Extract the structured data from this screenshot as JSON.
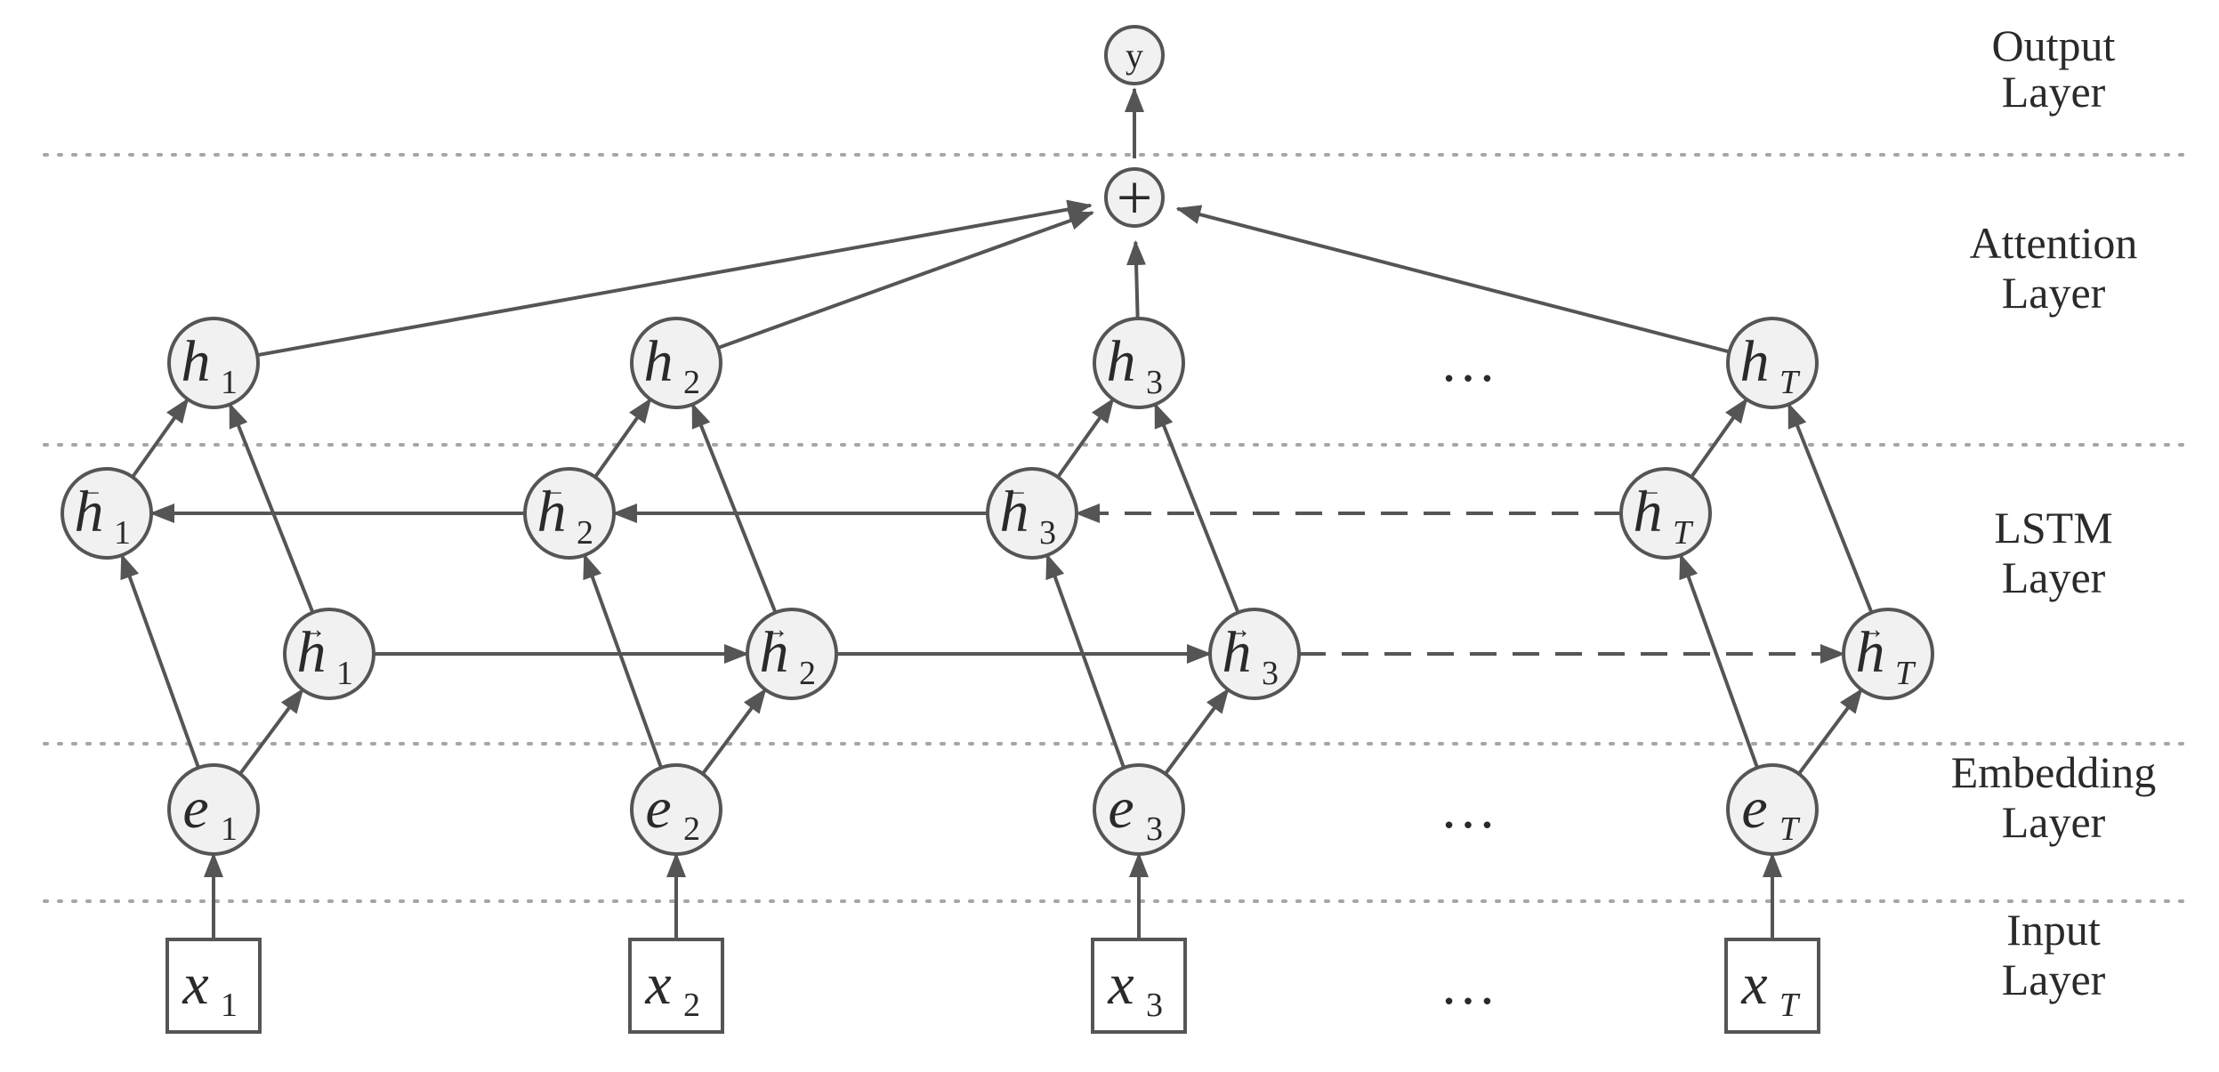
{
  "colors": {
    "stroke": "#555555",
    "node_fill": "#f1f1f1",
    "divider": "#a6a6a6",
    "text": "#2a2a2a"
  },
  "layers": [
    {
      "id": "output",
      "line1": "Output",
      "line2": "Layer"
    },
    {
      "id": "attention",
      "line1": "Attention",
      "line2": "Layer"
    },
    {
      "id": "lstm",
      "line1": "LSTM",
      "line2": "Layer"
    },
    {
      "id": "embedding",
      "line1": "Embedding",
      "line2": "Layer"
    },
    {
      "id": "input",
      "line1": "Input",
      "line2": "Layer"
    }
  ],
  "output_node": {
    "label": "y"
  },
  "attention_node": {
    "symbol": "+"
  },
  "ellipsis": "…",
  "timesteps": [
    {
      "sub": "1",
      "input": "x",
      "embed": "e",
      "hidden": "h",
      "fwd": "h",
      "bwd": "h"
    },
    {
      "sub": "2",
      "input": "x",
      "embed": "e",
      "hidden": "h",
      "fwd": "h",
      "bwd": "h"
    },
    {
      "sub": "3",
      "input": "x",
      "embed": "e",
      "hidden": "h",
      "fwd": "h",
      "bwd": "h"
    },
    {
      "sub": "T",
      "input": "x",
      "embed": "e",
      "hidden": "h",
      "fwd": "h",
      "bwd": "h"
    }
  ],
  "arrow_glyphs": {
    "forward": "→",
    "backward": "←"
  }
}
